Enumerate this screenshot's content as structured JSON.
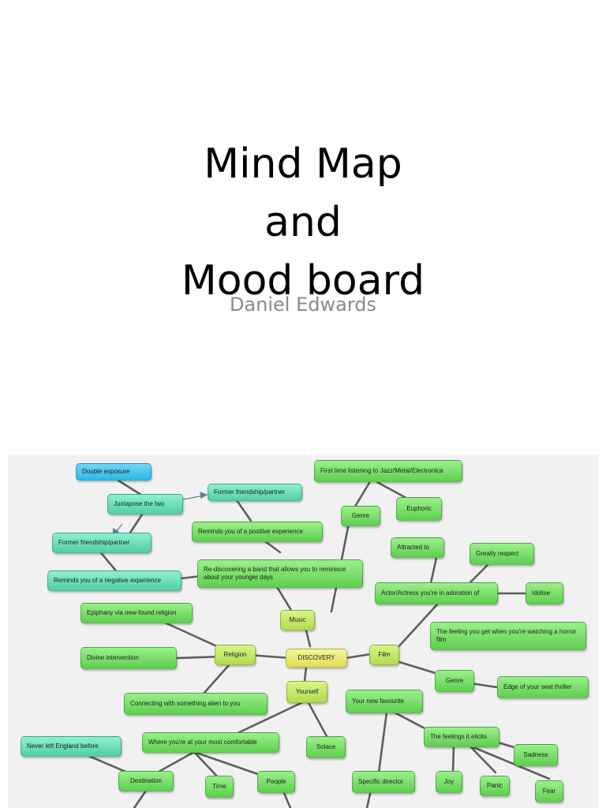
{
  "slide": {
    "title_lines": [
      "Mind Map",
      "and",
      "Mood board"
    ],
    "author": "Daniel Edwards"
  },
  "mindmap": {
    "center": "DISCOVERY",
    "nodes": {
      "double_exposure": "Double exposure",
      "juxtapose": "Juxtapose the two",
      "former_friendship_a": "Former friendship/partner",
      "former_friendship_b": "Former friendship/partner",
      "positive_experience": "Reminds you of a positive experience",
      "negative_experience": "Reminds you of a negative experience",
      "rediscovering_band": "Re-discovering a band that allows you to reminisce about your younger days",
      "first_time_listening": "First time listening to Jazz/Metal/Electronica",
      "genre_music": "Genre",
      "euphoric": "Euphoric",
      "music": "Music",
      "attracted_to": "Attracted to",
      "greatly_respect": "Greatly respect",
      "actor_actress": "Actor/Actress you're in adoration of",
      "idolise": "Idolise",
      "epiphany": "Epiphany via new-found religion",
      "divine": "Divine intervention",
      "religion": "Religion",
      "discovery": "DISCOVERY",
      "film": "Film",
      "horror_feeling": "The feeling you get when you're watching a horror film",
      "genre_film": "Genre",
      "edge_of_seat": "Edge of your seat thriller",
      "connecting_alien": "Connecting with something alien to you",
      "yourself": "Yourself",
      "new_favourite": "Your new favourite",
      "most_comfortable": "Where you're at your most comfortable",
      "solace": "Solace",
      "never_left": "Never left England before",
      "destination": "Destination",
      "time": "Time",
      "people": "People",
      "specific_director": "Specific director",
      "feelings_elicits": "The feelings it elicits",
      "sadness": "Sadness",
      "joy": "Joy",
      "panic": "Panic",
      "fear": "Fear"
    }
  }
}
